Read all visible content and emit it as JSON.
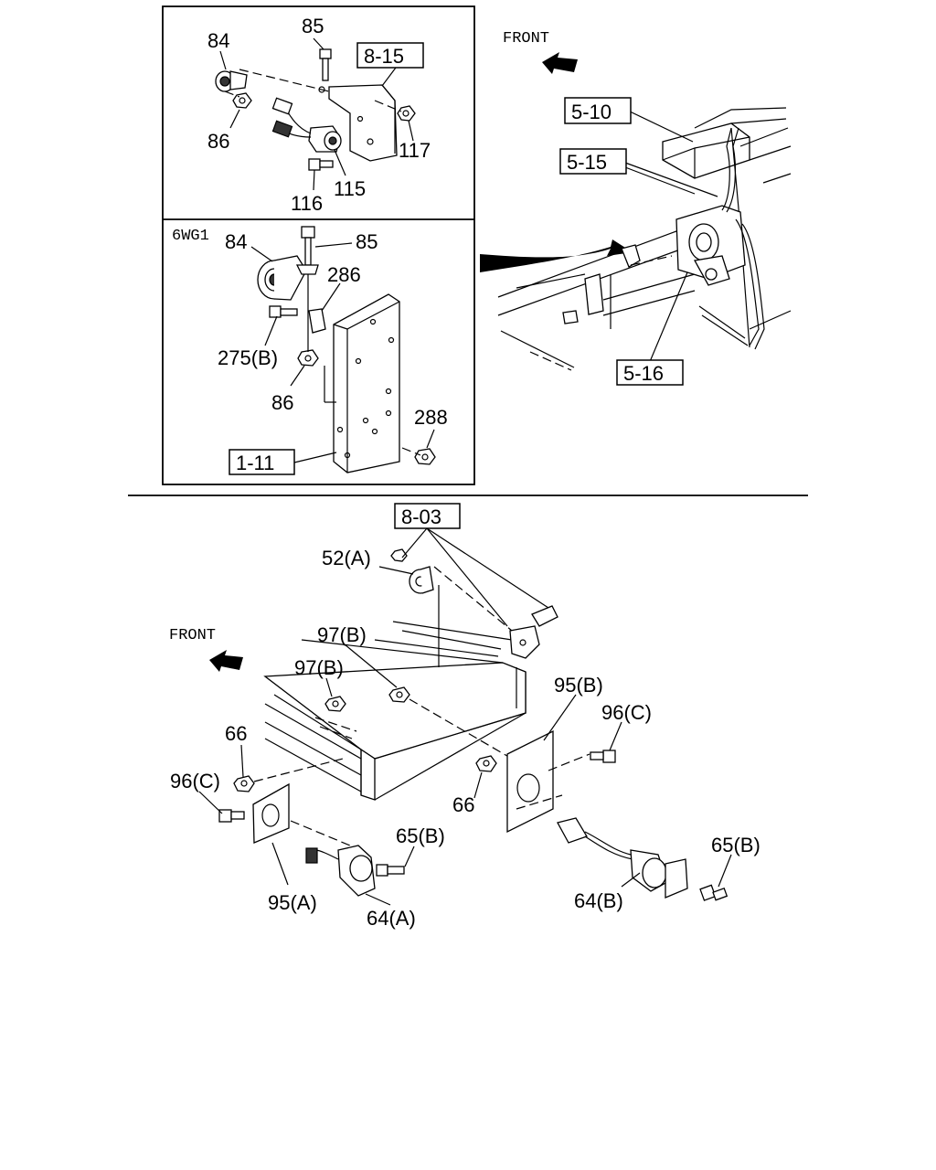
{
  "callouts": {
    "p84": "84",
    "p85": "85",
    "ref_8_15": "8-15",
    "p86": "86",
    "p117": "117",
    "p115": "115",
    "p116": "116",
    "variant": "6WG1",
    "p84b": "84",
    "p85b": "85",
    "p286": "286",
    "p275b": "275(B)",
    "p86b": "86",
    "p288": "288",
    "ref_1_11": "1-11",
    "front_top": "FRONT",
    "ref_5_10": "5-10",
    "ref_5_15": "5-15",
    "ref_5_16": "5-16",
    "ref_8_03": "8-03",
    "p52a": "52(A)",
    "front_bottom": "FRONT",
    "p97b_1": "97(B)",
    "p97b_2": "97(B)",
    "p95b": "95(B)",
    "p96c_r": "96(C)",
    "p66_l": "66",
    "p96c_l": "96(C)",
    "p66_r": "66",
    "p65b_l": "65(B)",
    "p65b_r": "65(B)",
    "p95a": "95(A)",
    "p64a": "64(A)",
    "p64b": "64(B)"
  },
  "icons": [
    "front-arrow-icon",
    "front-arrow-icon"
  ]
}
